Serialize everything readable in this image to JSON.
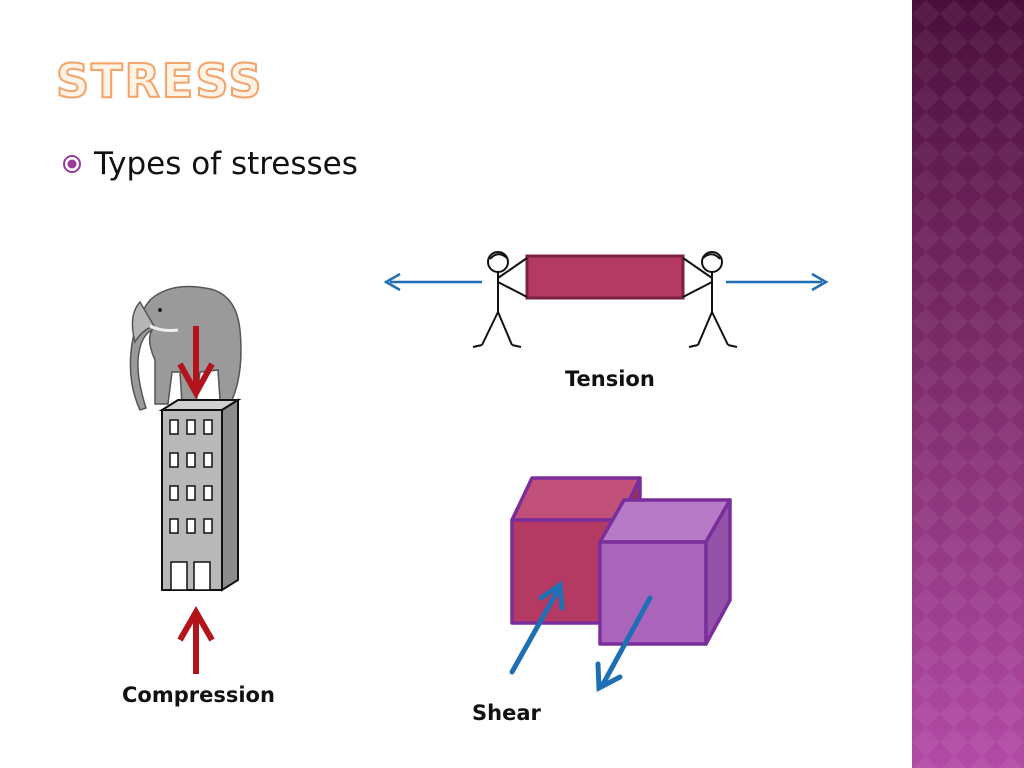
{
  "slide": {
    "title": "STRESS",
    "bullet": "Types of stresses"
  },
  "labels": {
    "tension": "Tension",
    "compression": "Compression",
    "shear": "Shear"
  },
  "colors": {
    "title_outline": "#f2a46a",
    "bullet": "#9b3b9b",
    "tension_bar": "#b53a63",
    "arrow_blue": "#1f6fb5",
    "arrow_red": "#b3141c",
    "cube_red": "#b53a63",
    "cube_purple": "#aa64bb",
    "cube_edge": "#7a2e9b",
    "building": "#b8b8b8",
    "side_band": "#7a2a67"
  },
  "icons": {
    "bullet": "circle-dot-icon",
    "elephant": "elephant-icon",
    "building": "building-icon",
    "stick_figure": "stick-figure-icon"
  }
}
